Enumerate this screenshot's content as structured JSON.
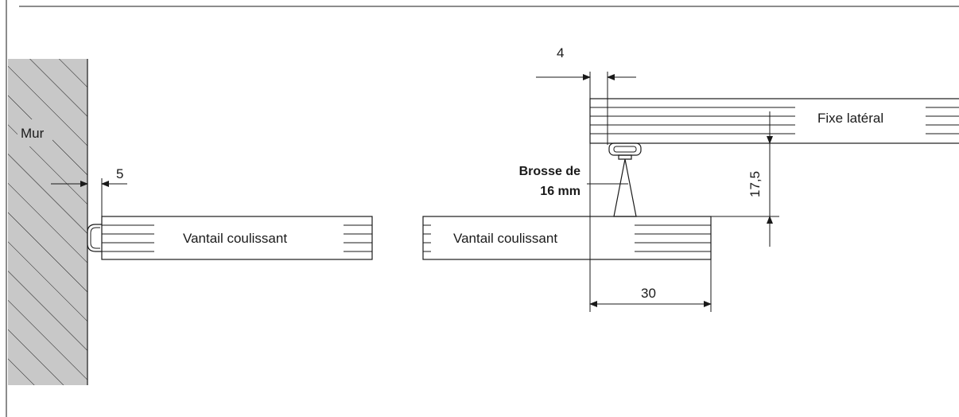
{
  "labels": {
    "wall": "Mur",
    "sliding_left": "Vantail coulissant",
    "sliding_right": "Vantail coulissant",
    "fixed_side": "Fixe latéral",
    "brush_line1": "Brosse de",
    "brush_line2": "16 mm"
  },
  "dimensions": {
    "wall_gap": "5",
    "brush_offset": "4",
    "brush_height": "17,5",
    "overlap": "30"
  },
  "colors": {
    "wall_fill": "#c8c8c8",
    "stroke": "#1a1a1a"
  }
}
